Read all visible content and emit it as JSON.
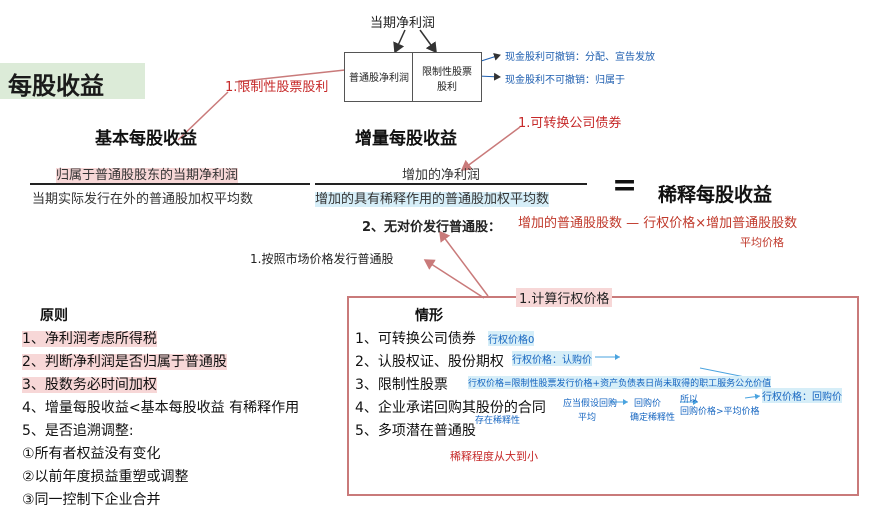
{
  "title": "每股收益",
  "top": {
    "label": "当期净利润",
    "box_left": "普通股净利润",
    "box_right_line1": "限制性股票",
    "box_right_line2": "股利",
    "note_top": "现金股利可撤销：分配、宣告发放",
    "note_bottom": "现金股利不可撤销：归属于"
  },
  "restricted_note": "1.限制性股票股利",
  "basic": {
    "heading": "基本每股收益",
    "numerator": "归属于普通股股东的当期净利润",
    "denominator": "当期实际发行在外的普通股加权平均数"
  },
  "incremental": {
    "heading": "增量每股收益",
    "numerator": "增加的净利润",
    "denominator": "增加的具有稀释作用的普通股加权平均数"
  },
  "convertible_note": "1.可转换公司债券",
  "equals": "=",
  "diluted": "稀释每股收益",
  "free_issue": {
    "label": "2、无对价发行普通股：",
    "formula": "增加的普通股股数 — 行权价格×增加普通股股数",
    "divisor": "平均价格"
  },
  "market_price_note": "1.按照市场价格发行普通股",
  "calc_price_note": "1.计算行权价格",
  "principles": {
    "heading": "原则",
    "items": [
      "1、净利润考虑所得税",
      "2、判断净利润是否归属于普通股",
      "3、股数务必时间加权",
      "4、增量每股收益<基本每股收益 有稀释作用",
      "5、是否追溯调整:",
      "①所有者权益没有变化",
      "②以前年度损益重塑或调整",
      "③同一控制下企业合并"
    ]
  },
  "cases": {
    "heading": "情形",
    "items": [
      "1、可转换公司债券",
      "2、认股权证、股份期权",
      "3、限制性股票",
      "4、企业承诺回购其股份的合同",
      "5、多项潜在普通股"
    ],
    "notes": {
      "c1": "行权价格0",
      "c2": "行权价格：认购价",
      "c3": "行权价格=限制性股票发行价格+资产负债表日尚未取得的职工服务公允价值",
      "c4a": "应当假设回购",
      "c4b": "回购价",
      "c4c": "平均",
      "c4d": "确定稀释性",
      "c4e": "所以",
      "c4f": "回购价格>平均价格",
      "c4g": "行权价格：回购价",
      "c4h": "存在稀释性",
      "c5": "稀释程度从大到小"
    }
  }
}
